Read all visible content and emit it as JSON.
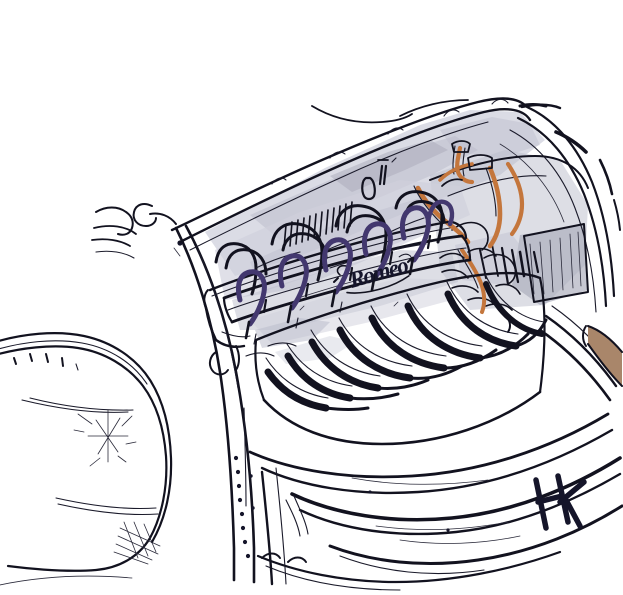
{
  "artwork": {
    "title": "Engine bay sketch",
    "subject": "classic car engine compartment, hood open, three-quarter view",
    "medium": "digital pen-and-ink line drawing with grey wash",
    "background_color": "#ffffff",
    "ink_color": "#12121f",
    "signature": "HK",
    "signature_position": "bottom-right",
    "engine_badge_text": "Romeo",
    "palette": {
      "ink": "#12121f",
      "wire_purple": "#43386f",
      "hose_copper": "#c4763c",
      "wash_grey": "#bcbdcc",
      "wash_grey_light": "#cfd0dc",
      "wash_grey_dark": "#a9aaba",
      "tan_brown": "#a9866a",
      "paper": "#ffffff"
    },
    "parts": [
      {
        "id": "fender-headlight",
        "label": "Front fender and headlight",
        "region": "lower-left"
      },
      {
        "id": "cowl-post",
        "label": "Cowl / A-pillar post with rivet row",
        "region": "left-center"
      },
      {
        "id": "hood-underside",
        "label": "Hood underside with rolled edge",
        "region": "top-center"
      },
      {
        "id": "hood-louvers",
        "label": "Hood side louvers",
        "region": "center-bottom"
      },
      {
        "id": "valve-cover",
        "label": "Ribbed valve cover with script badge",
        "region": "center"
      },
      {
        "id": "intake-runners",
        "label": "Intake manifold runners",
        "region": "center-left"
      },
      {
        "id": "spark-plug-wires",
        "label": "Spark plug wire loops",
        "region": "center"
      },
      {
        "id": "copper-hoses",
        "label": "Copper fuel and vacuum lines",
        "region": "upper-right"
      },
      {
        "id": "inner-fender",
        "label": "Inner fender well and firewall clutter",
        "region": "right"
      },
      {
        "id": "running-board",
        "label": "Running board and lower body lines",
        "region": "bottom-right"
      },
      {
        "id": "radiator-hose-stub",
        "label": "Tan hose stub at body edge",
        "region": "right-edge"
      }
    ]
  }
}
